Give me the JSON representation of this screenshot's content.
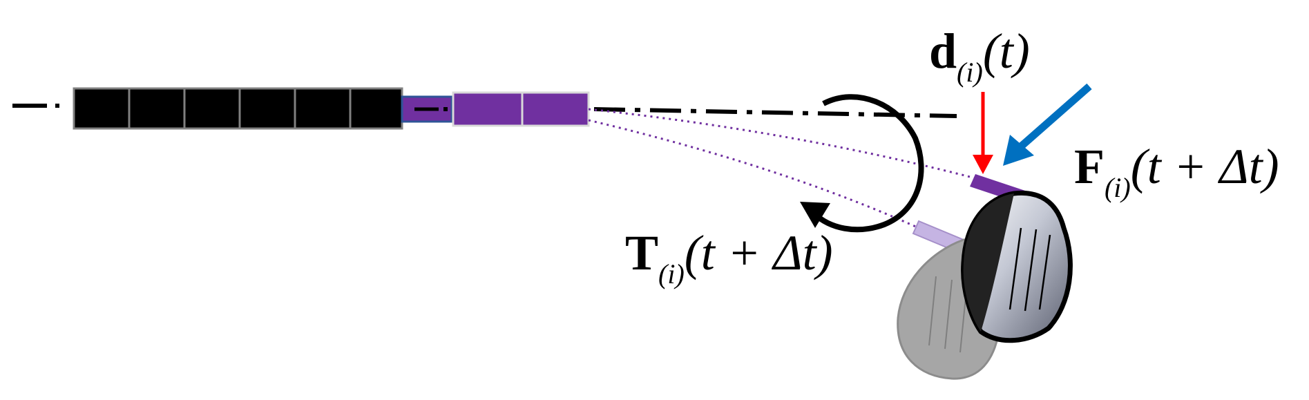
{
  "labels": {
    "displacement": {
      "symbol": "d",
      "subscript": "(i)",
      "argument": "(t)"
    },
    "force": {
      "symbol": "F",
      "subscript": "(i)",
      "argument": "(t + Δt)"
    },
    "torque": {
      "symbol": "T",
      "subscript": "(i)",
      "argument": "(t + Δt)"
    }
  },
  "colors": {
    "shaft_segment": "#000000",
    "purple_segment": "#7030a0",
    "displacement_arrow": "#ff0000",
    "force_arrow": "#0070c0",
    "torque_arrow": "#000000",
    "clubhead_previous": "#a6a6a6",
    "clubhead_current": "#c9cdd8"
  },
  "icons": {
    "torque": "curved-rotation-arrow-icon",
    "force": "arrow-icon",
    "displacement": "arrow-icon"
  }
}
